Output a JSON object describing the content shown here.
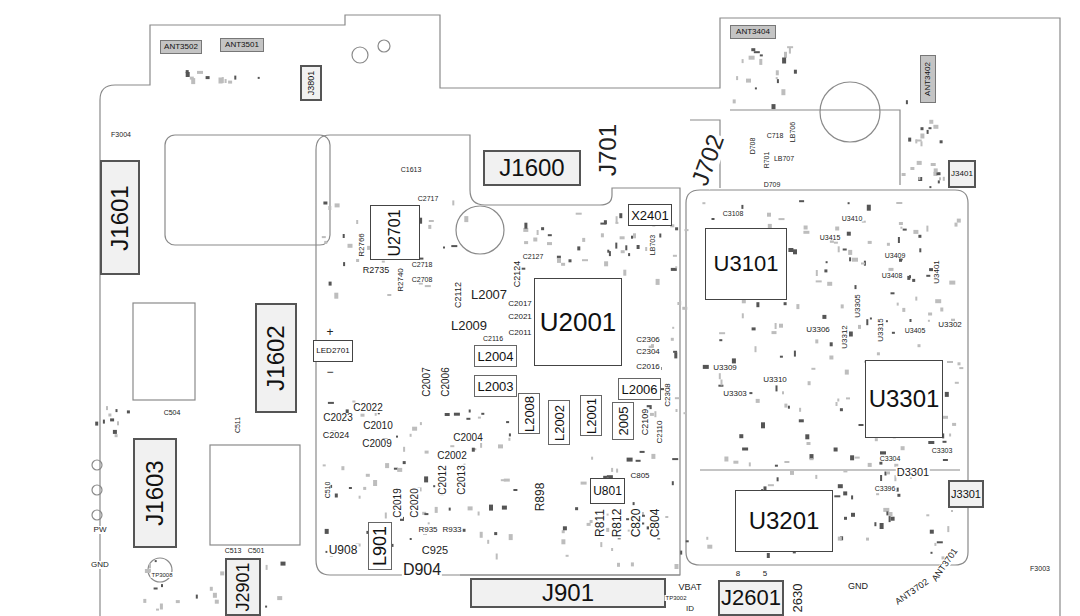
{
  "diagram": {
    "nodes": [
      {
        "text": [
          "ANT3502"
        ]
      },
      {
        "text": [
          "ANT3501"
        ]
      },
      {
        "text": [
          "J3801"
        ]
      },
      {
        "text": [
          "ANT3404"
        ]
      },
      {
        "text": [
          "ANT3402"
        ]
      },
      {
        "text": [
          "J1600"
        ]
      },
      {
        "text": [
          "J1601"
        ]
      },
      {
        "text": [
          "X2401"
        ]
      },
      {
        "text": [
          "J3401"
        ]
      },
      {
        "text": [
          "U2701"
        ]
      },
      {
        "text": [
          "U3101"
        ]
      },
      {
        "text": [
          "U2001"
        ]
      },
      {
        "text": [
          "J1602"
        ]
      },
      {
        "text": [
          "LED2701"
        ]
      },
      {
        "text": [
          "L2004"
        ]
      },
      {
        "text": [
          "L2003"
        ]
      },
      {
        "text": [
          "L2006"
        ]
      },
      {
        "text": [
          "L2008"
        ]
      },
      {
        "text": [
          "L2002"
        ]
      },
      {
        "text": [
          "L2001"
        ]
      },
      {
        "text": [
          "2005"
        ]
      },
      {
        "text": [
          "U3301"
        ]
      },
      {
        "text": [
          "J1603"
        ]
      },
      {
        "text": [
          "U801"
        ]
      },
      {
        "text": [
          "J3301"
        ]
      },
      {
        "text": [
          "U3201"
        ]
      },
      {
        "text": [
          "L901"
        ]
      },
      {
        "text": [
          "J901"
        ]
      },
      {
        "text": [
          "J2601"
        ]
      },
      {
        "text": [
          "J2901"
        ]
      }
    ],
    "labels": [
      "J701",
      "J702",
      "L2007",
      "L2009",
      "C2112",
      "R2735",
      "R2766",
      "R2740",
      "C2718",
      "C2708",
      "C2717",
      "C1613",
      "C2124",
      "C2127",
      "C2017",
      "C2021",
      "C2011",
      "C2116",
      "C2306",
      "C2304",
      "C2016",
      "C2308",
      "C2109",
      "C2110",
      "C2007",
      "C2006",
      "C2022",
      "C2023",
      "C2024",
      "C2010",
      "C2009",
      "C2004",
      "C2002",
      "C2012",
      "C2013",
      "C2019",
      "C2020",
      "R935",
      "R933",
      "C925",
      "D904",
      "U908",
      "R898",
      "C805",
      "R811",
      "R812",
      "C820",
      "C804",
      "C3108",
      "U3415",
      "U3410",
      "U3409",
      "U3408",
      "U3401",
      "U3405",
      "U3302",
      "U3305",
      "U3312",
      "U3315",
      "U3306",
      "U3309",
      "U3310",
      "U3303",
      "C3304",
      "C3303",
      "D3301",
      "C3396",
      "C718",
      "D708",
      "R701",
      "LB707",
      "D709",
      "LB706",
      "LB703",
      "+",
      "−",
      "F3004",
      "C504",
      "C511",
      "C510",
      "C513",
      "C501",
      "PW",
      "GND",
      "TP3008",
      "8",
      "5",
      "VBAT",
      "TP3002",
      "ID",
      "GND",
      "2630",
      "F3003",
      "ANT3701",
      "ANT3702"
    ]
  }
}
